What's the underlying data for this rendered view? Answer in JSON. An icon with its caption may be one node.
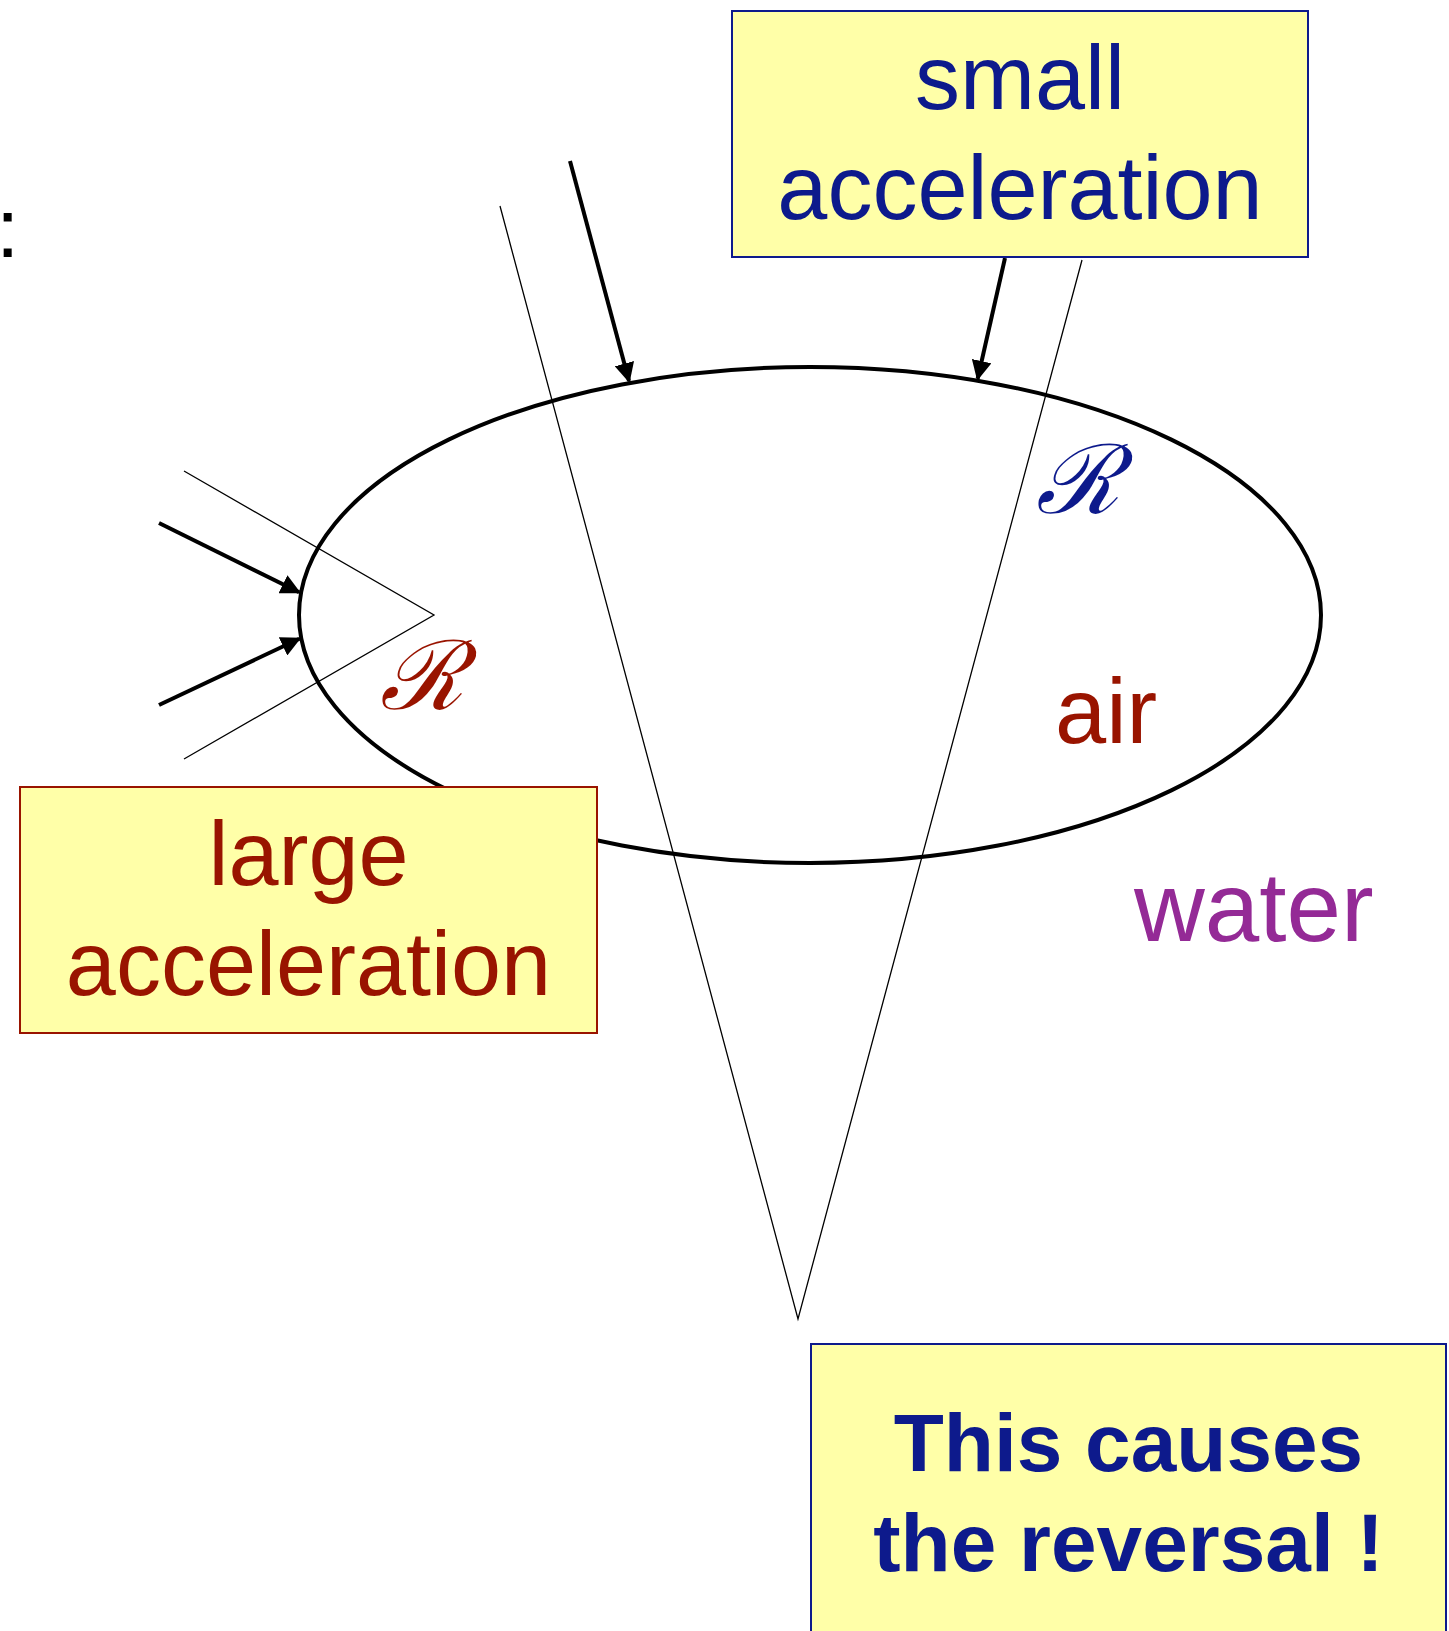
{
  "diagram": {
    "nodes": [
      {
        "text": [
          "small acceleration"
        ]
      },
      {
        "text": [
          "air"
        ]
      },
      {
        "text": [
          "large acceleration"
        ]
      },
      {
        "text": [
          "This causes the reversal !"
        ]
      }
    ],
    "edges": [
      {
        "from": 0,
        "to": 1,
        "arrow": "to"
      },
      {
        "from": null,
        "to": 1,
        "arrow": "to"
      },
      {
        "from": null,
        "to": 1,
        "arrow": "to"
      },
      {
        "from": null,
        "to": 1,
        "arrow": "to"
      }
    ],
    "labels": [
      ":",
      "ℛ",
      "ℛ",
      "water"
    ]
  }
}
